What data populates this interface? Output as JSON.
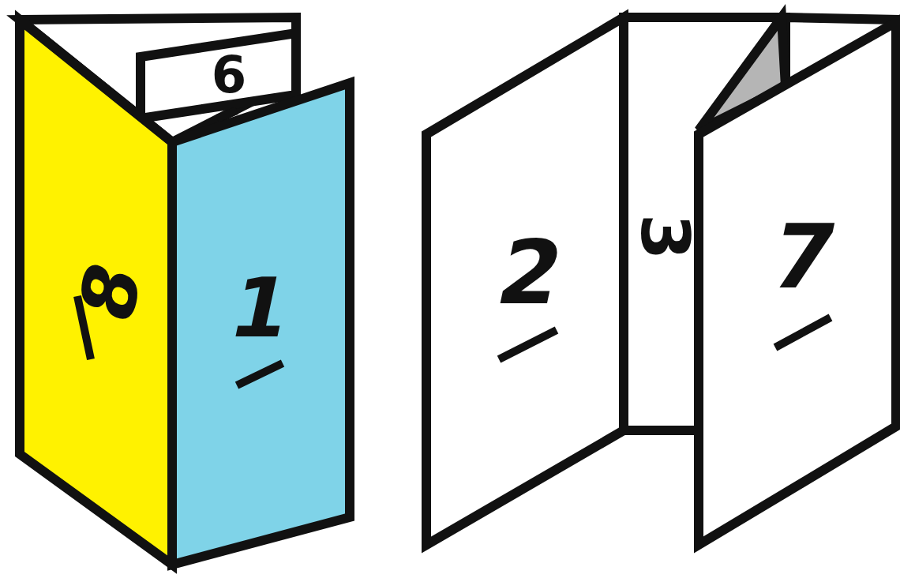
{
  "diagram": {
    "labels": [
      "6",
      "8",
      "1",
      "2",
      "3",
      "7"
    ]
  }
}
